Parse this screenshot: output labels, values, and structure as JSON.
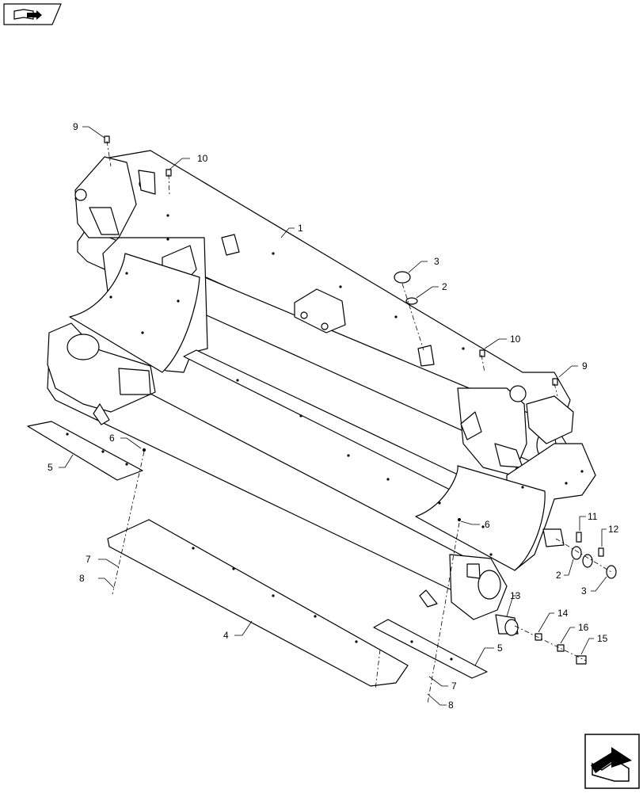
{
  "diagram": {
    "callouts": [
      {
        "id": "c9a",
        "text": "9"
      },
      {
        "id": "c10a",
        "text": "10"
      },
      {
        "id": "c1",
        "text": "1"
      },
      {
        "id": "c3a",
        "text": "3"
      },
      {
        "id": "c2a",
        "text": "2"
      },
      {
        "id": "c10b",
        "text": "10"
      },
      {
        "id": "c9b",
        "text": "9"
      },
      {
        "id": "c6a",
        "text": "6"
      },
      {
        "id": "c5a",
        "text": "5"
      },
      {
        "id": "c6b",
        "text": "6"
      },
      {
        "id": "c11",
        "text": "11"
      },
      {
        "id": "c12",
        "text": "12"
      },
      {
        "id": "c2b",
        "text": "2"
      },
      {
        "id": "c3b",
        "text": "3"
      },
      {
        "id": "c7a",
        "text": "7"
      },
      {
        "id": "c8a",
        "text": "8"
      },
      {
        "id": "c13",
        "text": "13"
      },
      {
        "id": "c14",
        "text": "14"
      },
      {
        "id": "c16",
        "text": "16"
      },
      {
        "id": "c15",
        "text": "15"
      },
      {
        "id": "c4",
        "text": "4"
      },
      {
        "id": "c5b",
        "text": "5"
      },
      {
        "id": "c7b",
        "text": "7"
      },
      {
        "id": "c8b",
        "text": "8"
      }
    ]
  },
  "nav": {
    "top_icon": "book-arrow-icon",
    "bottom_icon": "arrow-return-icon"
  }
}
